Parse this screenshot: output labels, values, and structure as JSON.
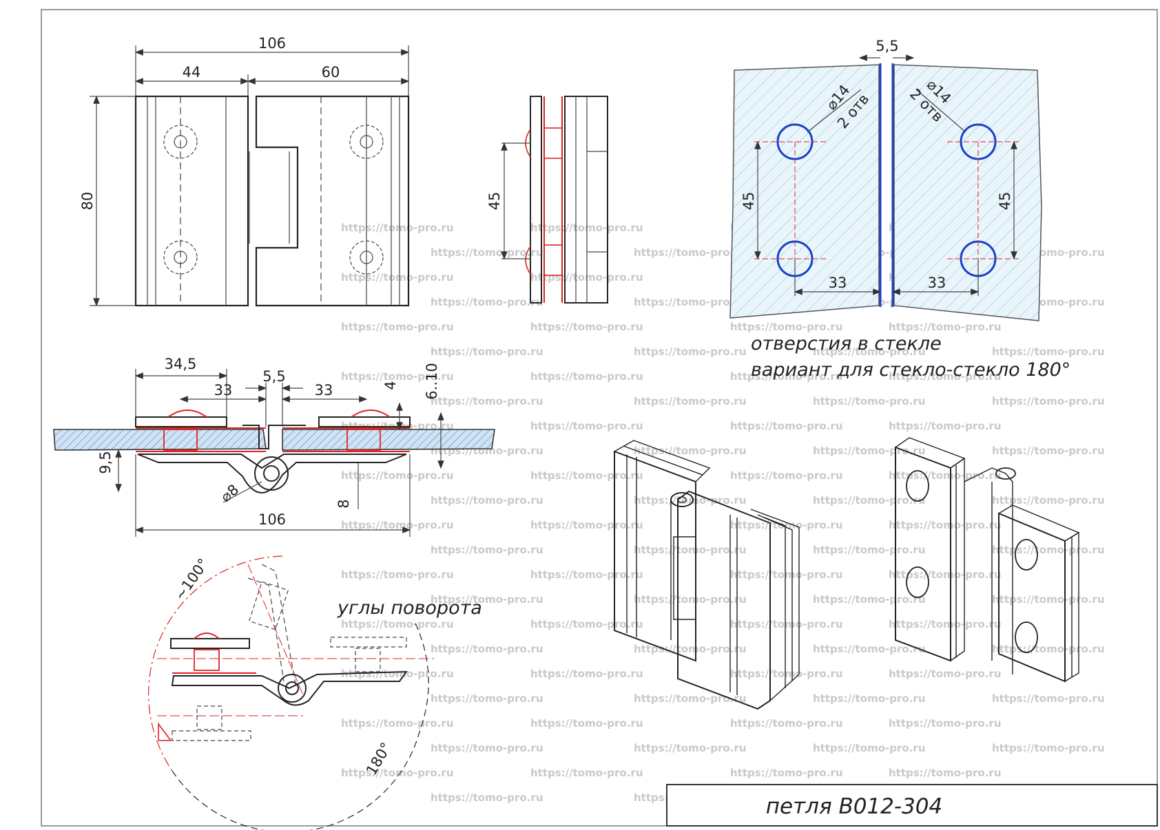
{
  "drawing": {
    "title_block": "петля B012-304",
    "front_view": {
      "width_total": "106",
      "width_left": "44",
      "width_right": "60",
      "height": "80"
    },
    "side_view": {
      "hole_spacing": "45"
    },
    "glass_holes": {
      "gap": "5,5",
      "hole_left": "⌀14",
      "holes_count_left": "2 отв",
      "hole_right": "⌀14",
      "holes_count_right": "2 отв",
      "spacing_left": "45",
      "spacing_right": "45",
      "offset_left": "33",
      "offset_right": "33",
      "caption_line1": "отверстия в стекле",
      "caption_line2": "вариант для стекло-стекло 180°"
    },
    "section_view": {
      "dim_left": "34,5",
      "dim_inner_left": "33",
      "dim_gap": "5,5",
      "dim_inner_right": "33",
      "dim_plate": "4",
      "dim_glass": "6..10",
      "dim_height": "9,5",
      "dim_pin": "⌀8",
      "dim_arm": "8",
      "dim_total": "106"
    },
    "rotation": {
      "label": "углы поворота",
      "angle_open": "~100°",
      "angle_full": "180°"
    },
    "watermark": "https://tomo-pro.ru"
  }
}
